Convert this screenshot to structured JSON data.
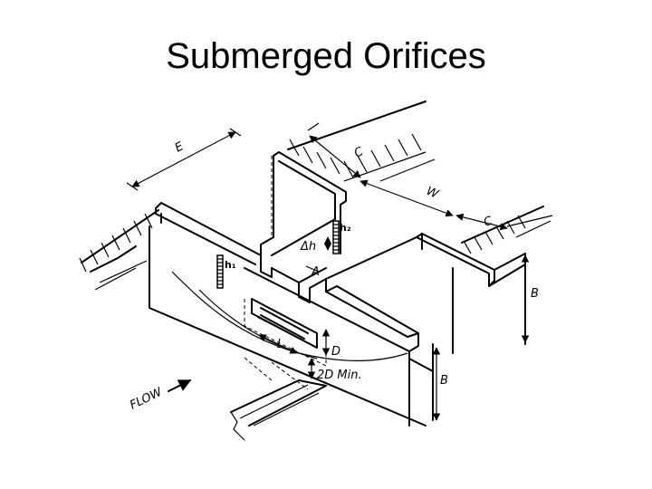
{
  "title": "Submerged Orifices",
  "labels": {
    "E": "E",
    "C_top": "C",
    "W": "W",
    "C_right": "C",
    "h2": "h₂",
    "delta_h": "Δh",
    "A": "A",
    "h1": "h₁",
    "B_right": "B",
    "L": "L",
    "D": "D",
    "two_d_min": "2D Min.",
    "B_bottom": "B",
    "flow": "FLOW"
  }
}
